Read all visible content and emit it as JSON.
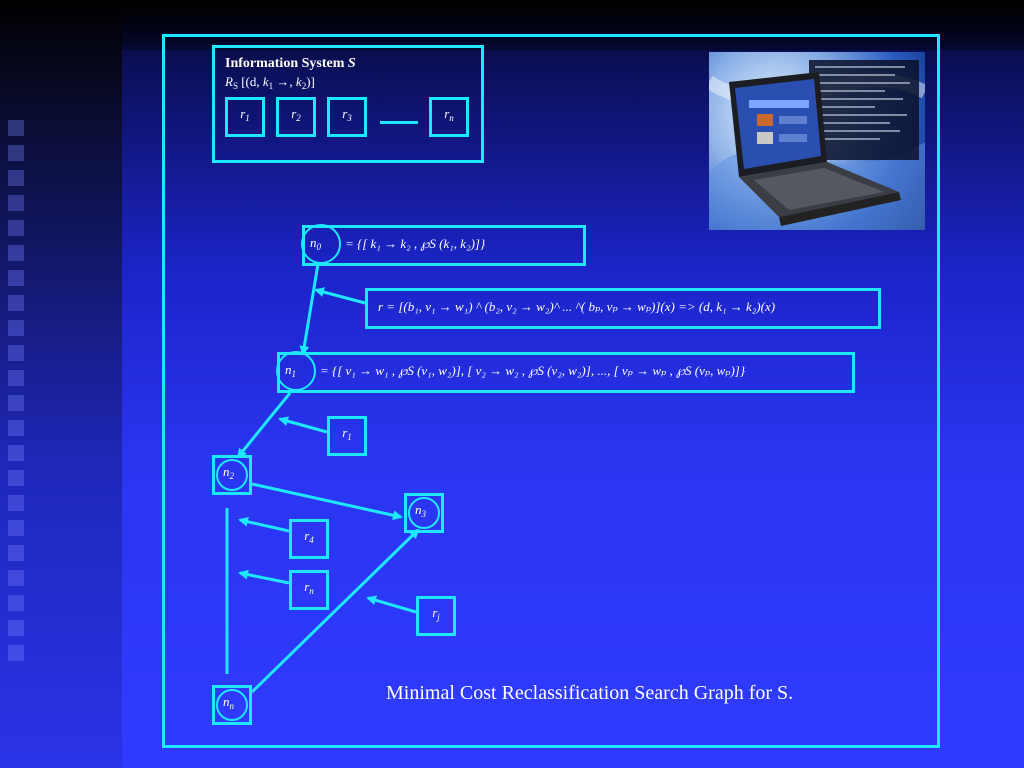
{
  "info_system": {
    "title": "Information System",
    "title_var": "S",
    "rel_prefix": "R",
    "rel_sub": "S",
    "rel_text": "[(d,",
    "rel_k1": "k",
    "rel_k1_sub": "1",
    "rel_arrow": "→,",
    "rel_k2": "k",
    "rel_k2_sub": "2",
    "rel_close": ")]"
  },
  "records": [
    {
      "main": "r",
      "sub": "1"
    },
    {
      "main": "r",
      "sub": "2"
    },
    {
      "main": "r",
      "sub": "3"
    },
    {
      "main": "r",
      "sub": "n"
    }
  ],
  "n0_label": {
    "main": "n",
    "sub": "0"
  },
  "n0_rest": "= {[ k₁ → k₂ ,  ℘S (k₁, k₂)]}",
  "rule_text": "r = [(b₁, v₁ → w₁) ^ (b₂, v₂ → w₂)^ ... ^( bₚ, vₚ → wₚ)](x)  =>  (d, k₁ → k₂)(x)",
  "n1_label": {
    "main": "n",
    "sub": "1"
  },
  "n1_rest": "= {[ v₁ → w₁ ,  ℘S (v₁, w₂)], [ v₂ → w₂ ,  ℘S (v₂, w₂)], ...,  [ vₚ → wₚ ,  ℘S (vₚ, wₚ)]}",
  "nodes": {
    "n2": {
      "main": "n",
      "sub": "2"
    },
    "n3": {
      "main": "n",
      "sub": "3"
    },
    "nn": {
      "main": "n",
      "sub": "n"
    }
  },
  "edge_rules": {
    "r1": {
      "main": "r",
      "sub": "1"
    },
    "r4": {
      "main": "r",
      "sub": "4"
    },
    "rn": {
      "main": "r",
      "sub": "n"
    },
    "rj": {
      "main": "r",
      "sub": "j"
    }
  },
  "caption": "Minimal Cost Reclassification Search Graph for S.",
  "colors": {
    "accent": "#1ee8ff",
    "background": "#2a35f0"
  },
  "image": {
    "icon": "laptop-icon"
  }
}
